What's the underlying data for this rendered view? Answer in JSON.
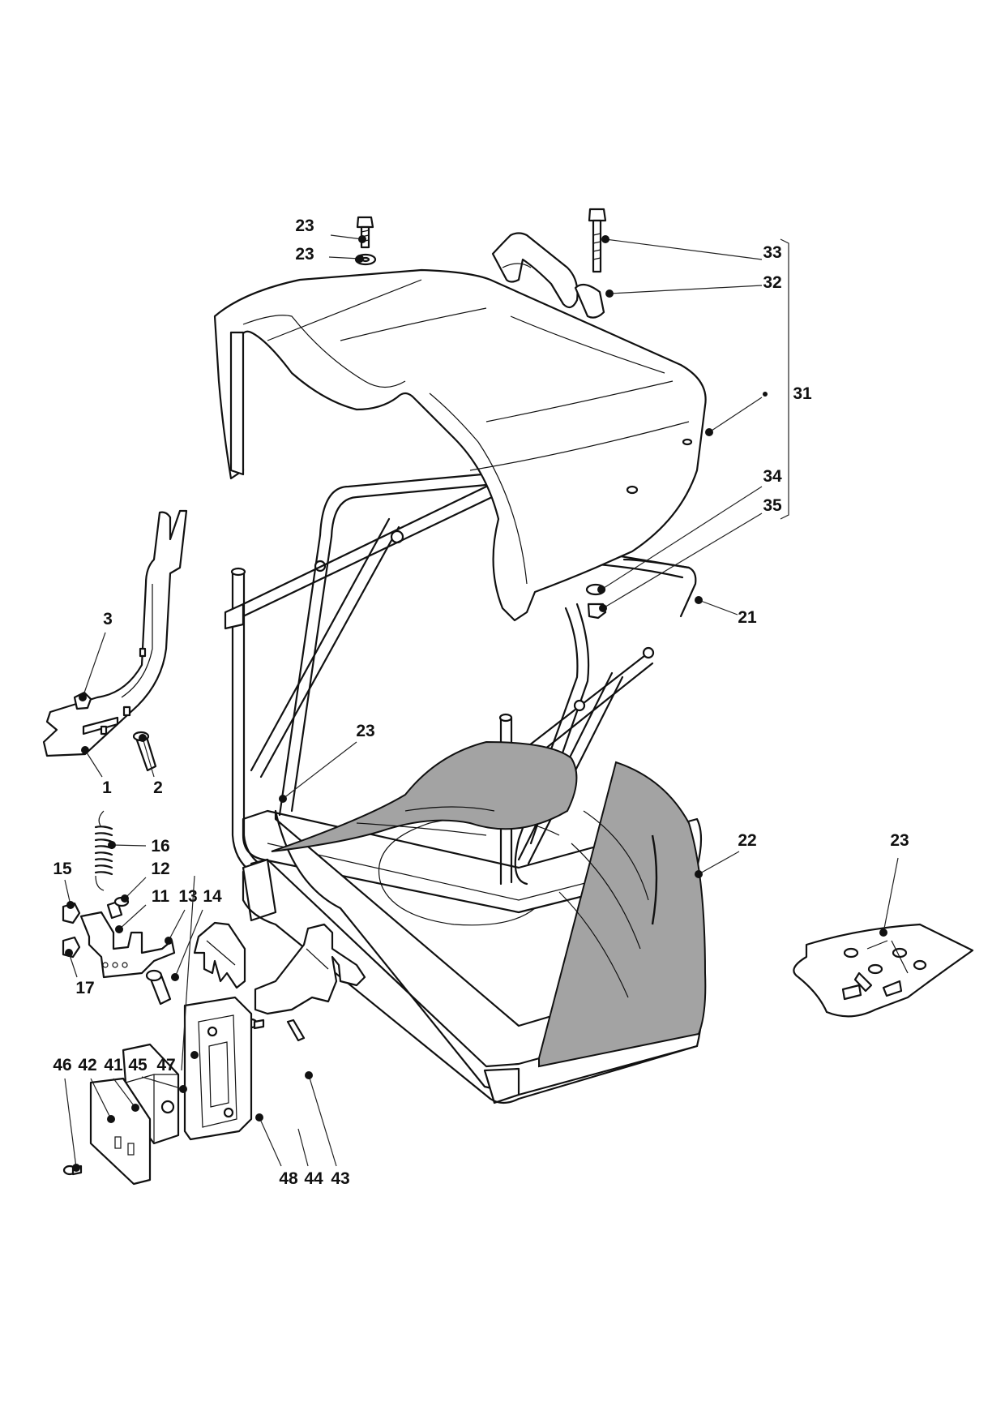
{
  "callouts": [
    {
      "id": "c-23-screw-top",
      "label": "23"
    },
    {
      "id": "c-23-washer-top",
      "label": "23"
    },
    {
      "id": "c-33",
      "label": "33"
    },
    {
      "id": "c-32",
      "label": "32"
    },
    {
      "id": "c-31",
      "label": "31"
    },
    {
      "id": "c-34",
      "label": "34"
    },
    {
      "id": "c-35",
      "label": "35"
    },
    {
      "id": "c-21",
      "label": "21"
    },
    {
      "id": "c-3",
      "label": "3"
    },
    {
      "id": "c-1",
      "label": "1"
    },
    {
      "id": "c-2",
      "label": "2"
    },
    {
      "id": "c-23-frame-screw",
      "label": "23"
    },
    {
      "id": "c-16",
      "label": "16"
    },
    {
      "id": "c-15",
      "label": "15"
    },
    {
      "id": "c-12",
      "label": "12"
    },
    {
      "id": "c-11",
      "label": "11"
    },
    {
      "id": "c-13",
      "label": "13"
    },
    {
      "id": "c-14",
      "label": "14"
    },
    {
      "id": "c-17",
      "label": "17"
    },
    {
      "id": "c-22",
      "label": "22"
    },
    {
      "id": "c-23-hardware-bag",
      "label": "23"
    },
    {
      "id": "c-46",
      "label": "46"
    },
    {
      "id": "c-42",
      "label": "42"
    },
    {
      "id": "c-41",
      "label": "41"
    },
    {
      "id": "c-45",
      "label": "45"
    },
    {
      "id": "c-47",
      "label": "47"
    },
    {
      "id": "c-48",
      "label": "48"
    },
    {
      "id": "c-44",
      "label": "44"
    },
    {
      "id": "c-43",
      "label": "43"
    }
  ]
}
